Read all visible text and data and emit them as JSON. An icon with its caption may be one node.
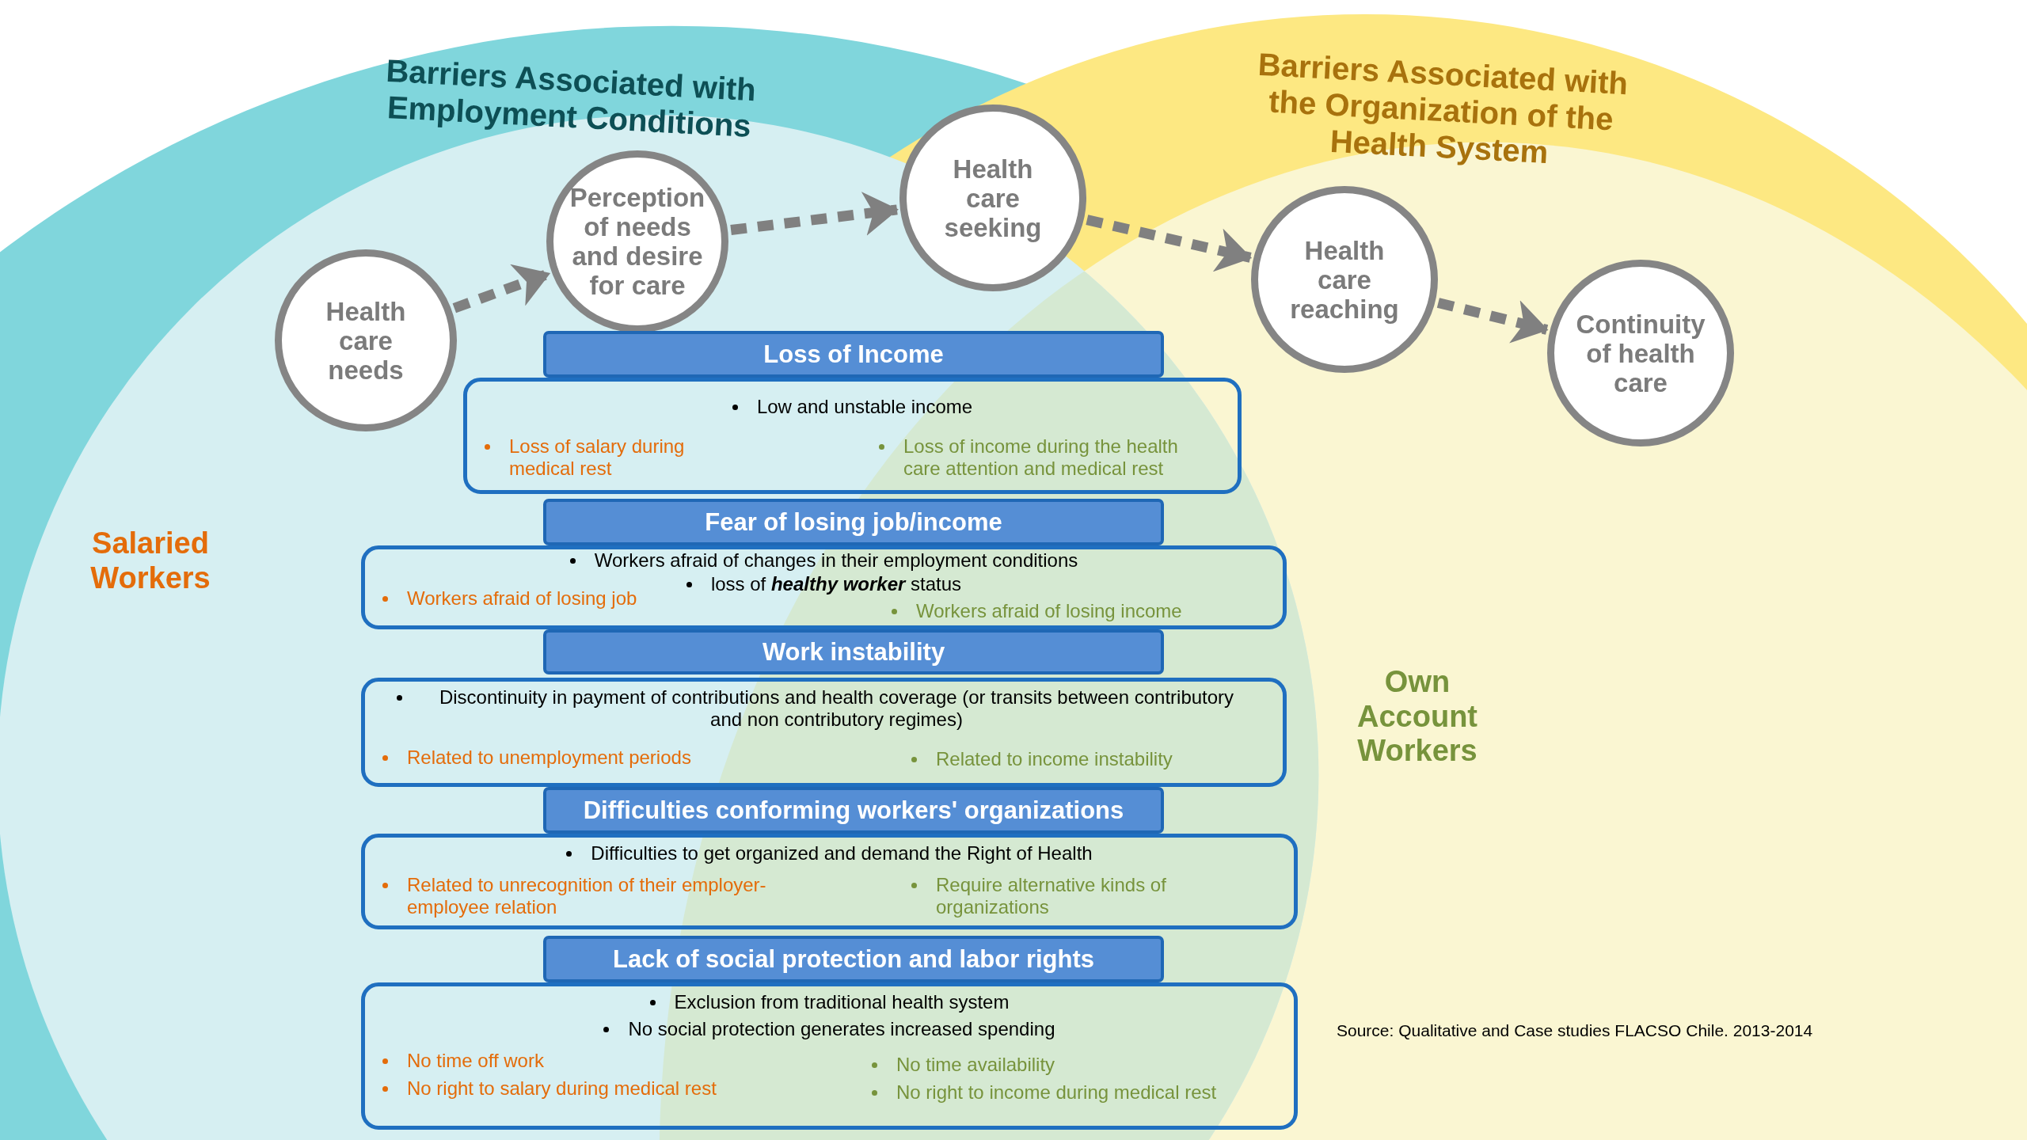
{
  "diagram": {
    "nodes": [
      {
        "text": [
          "Health care needs"
        ]
      },
      {
        "text": [
          "Perception of needs and desire for care"
        ]
      },
      {
        "text": [
          "Health care seeking"
        ]
      },
      {
        "text": [
          "Health care reaching"
        ]
      },
      {
        "text": [
          "Continuity of health care"
        ]
      },
      {
        "text": [
          "Loss of Income"
        ]
      },
      {
        "text": [
          "Low and unstable income",
          "Loss of salary during medical rest",
          "Loss of income during the health care attention and medical rest"
        ]
      },
      {
        "text": [
          "Fear of losing job/income"
        ]
      },
      {
        "text": [
          "Workers afraid of changes in their employment conditions",
          "loss of **healthy worker** status",
          "Workers afraid of losing job",
          "Workers afraid of losing income"
        ]
      },
      {
        "text": [
          "Work instability"
        ]
      },
      {
        "text": [
          "Discontinuity in payment of contributions and health coverage (or transits between contributory and non contributory regimes)",
          "Related to unemployment periods",
          "Related to income instability"
        ]
      },
      {
        "text": [
          "Difficulties conforming workers' organizations"
        ]
      },
      {
        "text": [
          "Difficulties to get organized and demand the Right of Health",
          "Related to unrecognition of their employer-employee relation",
          "Require alternative kinds of organizations"
        ]
      },
      {
        "text": [
          "Lack of social protection and labor rights"
        ]
      },
      {
        "text": [
          "Exclusion from traditional health system",
          "No social protection generates increased spending",
          "No time off work",
          "No right to salary during medical rest",
          "No time availability",
          "No right to income during medical rest"
        ]
      }
    ],
    "edges": [
      {
        "from": 0,
        "to": 1,
        "arrow": "to",
        "style": "dashed"
      },
      {
        "from": 1,
        "to": 2,
        "arrow": "to",
        "style": "dashed"
      },
      {
        "from": 2,
        "to": 3,
        "arrow": "to",
        "style": "dashed"
      },
      {
        "from": 3,
        "to": 4,
        "arrow": "to",
        "style": "dashed"
      }
    ],
    "labels": [
      "Barriers Associated with Employment Conditions",
      "Barriers Associated with the Organization of the Health System",
      "Salaried Workers",
      "Own Account Workers",
      "Source: Qualitative and Case studies FLACSO Chile. 2013-2014"
    ]
  }
}
